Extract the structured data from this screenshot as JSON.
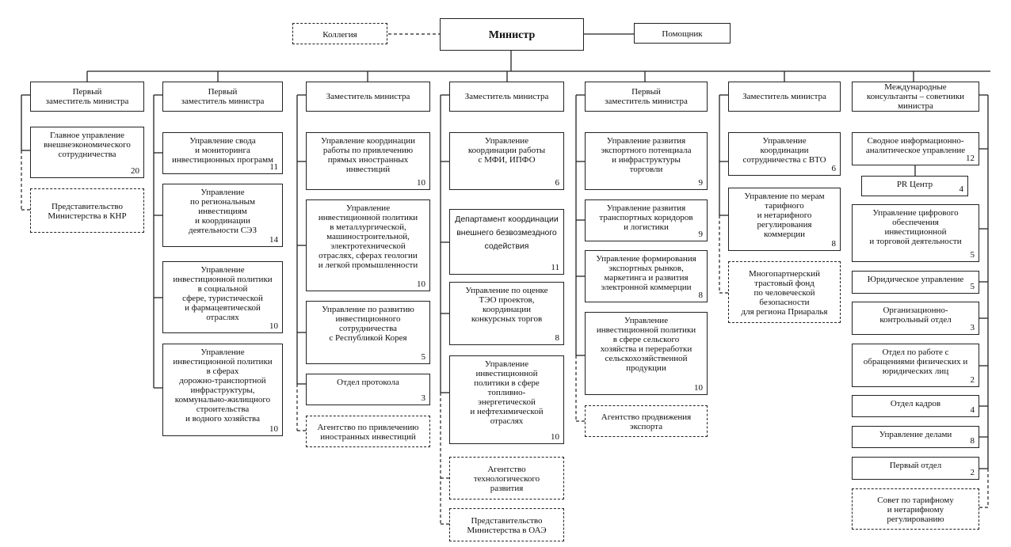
{
  "top": {
    "collegium": "Коллегия",
    "minister": "Министр",
    "assistant": "Помощник"
  },
  "columns": [
    {
      "header": "Первый\nзаместитель министра",
      "units": [
        {
          "name": "Главное управление\nвнешнеэкономического\nсотрудничества",
          "staff": "20"
        },
        {
          "name": "Представительство\nМинистерства в КНР",
          "staff": ""
        }
      ]
    },
    {
      "header": "Первый\nзаместитель министра",
      "units": [
        {
          "name": "Управление свода\nи мониторинга\nинвестиционных программ",
          "staff": "11"
        },
        {
          "name": "Управление\nпо региональным\nинвестициям\nи координации\nдеятельности СЭЗ",
          "staff": "14"
        },
        {
          "name": "Управление\nинвестиционной политики\nв социальной\nсфере, туристической\nи фармацевтической\nотраслях",
          "staff": "10"
        },
        {
          "name": "Управление\nинвестиционной политики\nв сферах\nдорожно-транспортной\nинфраструктуры,\nкоммунально-жилищного\nстроительства\nи водного хозяйства",
          "staff": "10"
        }
      ]
    },
    {
      "header": "Заместитель министра",
      "units": [
        {
          "name": "Управление координации\nработы по привлечению\nпрямых иностранных\nинвестиций",
          "staff": "10"
        },
        {
          "name": "Управление\nинвестиционной политики\nв металлургической,\nмашиностроительной,\nэлектротехнической\nотраслях, сферах геологии\nи легкой промышленности",
          "staff": "10"
        },
        {
          "name": "Управление по развитию\nинвестиционного\nсотрудничества\nс Республикой Корея",
          "staff": "5"
        },
        {
          "name": "Отдел протокола",
          "staff": "3"
        },
        {
          "name": "Агентство по привлечению\nиностранных инвестиций",
          "staff": ""
        }
      ]
    },
    {
      "header": "Заместитель министра",
      "units": [
        {
          "name": "Управление\nкоординации работы\nс МФИ, ИПФО",
          "staff": "6"
        },
        {
          "name": "Департамент координации\nвнешнего безвозмездного\nсодействия",
          "staff": "11"
        },
        {
          "name": "Управление по оценке\nТЭО проектов,\nкоординации\nконкурсных торгов",
          "staff": "8"
        },
        {
          "name": "Управление\nинвестиционной\nполитики в сфере\nтопливно-\nэнергетической\nи нефтехимической\nотраслях",
          "staff": "10"
        },
        {
          "name": "Агентство\nтехнологического\nразвития",
          "staff": ""
        },
        {
          "name": "Представительство\nМинистерства в ОАЭ",
          "staff": ""
        }
      ]
    },
    {
      "header": "Первый\nзаместитель министра",
      "units": [
        {
          "name": "Управление развития\nэкспортного потенциала\nи инфраструктуры\nторговли",
          "staff": "9"
        },
        {
          "name": "Управление развития\nтранспортных коридоров\nи логистики",
          "staff": "9"
        },
        {
          "name": "Управление формирования\nэкспортных рынков,\nмаркетинга и развития\nэлектронной коммерции",
          "staff": "8"
        },
        {
          "name": "Управление\nинвестиционной политики\nв сфере сельского\nхозяйства и переработки\nсельскохозяйственной\nпродукции",
          "staff": "10"
        },
        {
          "name": "Агентство продвижения\nэкспорта",
          "staff": ""
        }
      ]
    },
    {
      "header": "Заместитель министра",
      "units": [
        {
          "name": "Управление\nкоординации\nсотрудничества с ВТО",
          "staff": "6"
        },
        {
          "name": "Управление по мерам\nтарифного\nи нетарифного\nрегулирования\nкоммерции",
          "staff": "8"
        },
        {
          "name": "Многопартнерский\nтрастовый фонд\nпо человеческой\nбезопасности\nдля региона Приаралья",
          "staff": ""
        }
      ]
    },
    {
      "header": "Международные\nконсультанты – советники\nминистра",
      "units": [
        {
          "name": "Сводное информационно-\nаналитическое управление",
          "staff": "12"
        },
        {
          "name": "PR Центр",
          "staff": "4"
        },
        {
          "name": "Управление цифрового\nобеспечения\nинвестиционной\nи торговой деятельности",
          "staff": "5"
        },
        {
          "name": "Юридическое управление",
          "staff": "5"
        },
        {
          "name": "Организационно-\nконтрольный отдел",
          "staff": "3"
        },
        {
          "name": "Отдел по работе с\nобращениями физических и\nюридических лиц",
          "staff": "2"
        },
        {
          "name": "Отдел кадров",
          "staff": "4"
        },
        {
          "name": "Управление делами",
          "staff": "8"
        },
        {
          "name": "Первый отдел",
          "staff": "2"
        },
        {
          "name": "Совет по тарифному\nи нетарифному\nрегулированию",
          "staff": ""
        }
      ]
    }
  ]
}
